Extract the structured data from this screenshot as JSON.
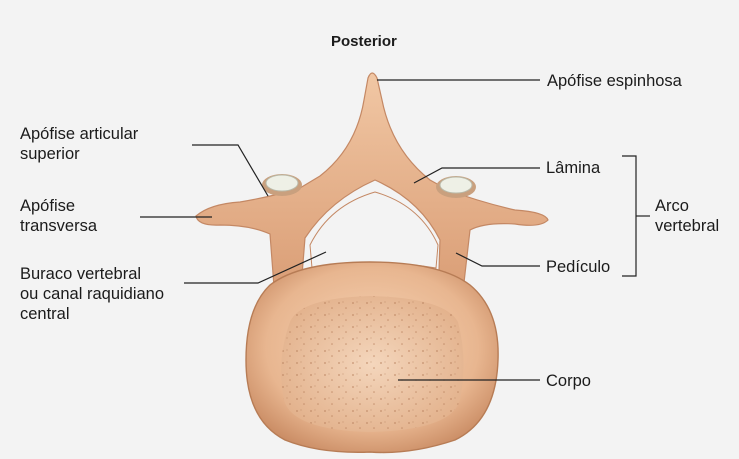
{
  "figure": {
    "title": "Posterior",
    "labels": {
      "spinous_process": "Apófise espinhosa",
      "superior_articular_process": [
        "Apófise articular",
        "superior"
      ],
      "transverse_process": [
        "Apófise",
        "transversa"
      ],
      "lamina": "Lâmina",
      "vertebral_foramen": [
        "Buraco vertebral",
        "ou canal raquidiano",
        "central"
      ],
      "pedicle": "Pedículo",
      "vertebral_arch": [
        "Arco",
        "vertebral"
      ],
      "body": "Corpo"
    },
    "colors": {
      "bone": "#e8b690",
      "bone_shadow": "#c98b63",
      "bone_light": "#f6d4b6",
      "cancellous": "#f0cdb0",
      "cartilage": "#eef0e6",
      "leader_line": "#222222"
    }
  }
}
